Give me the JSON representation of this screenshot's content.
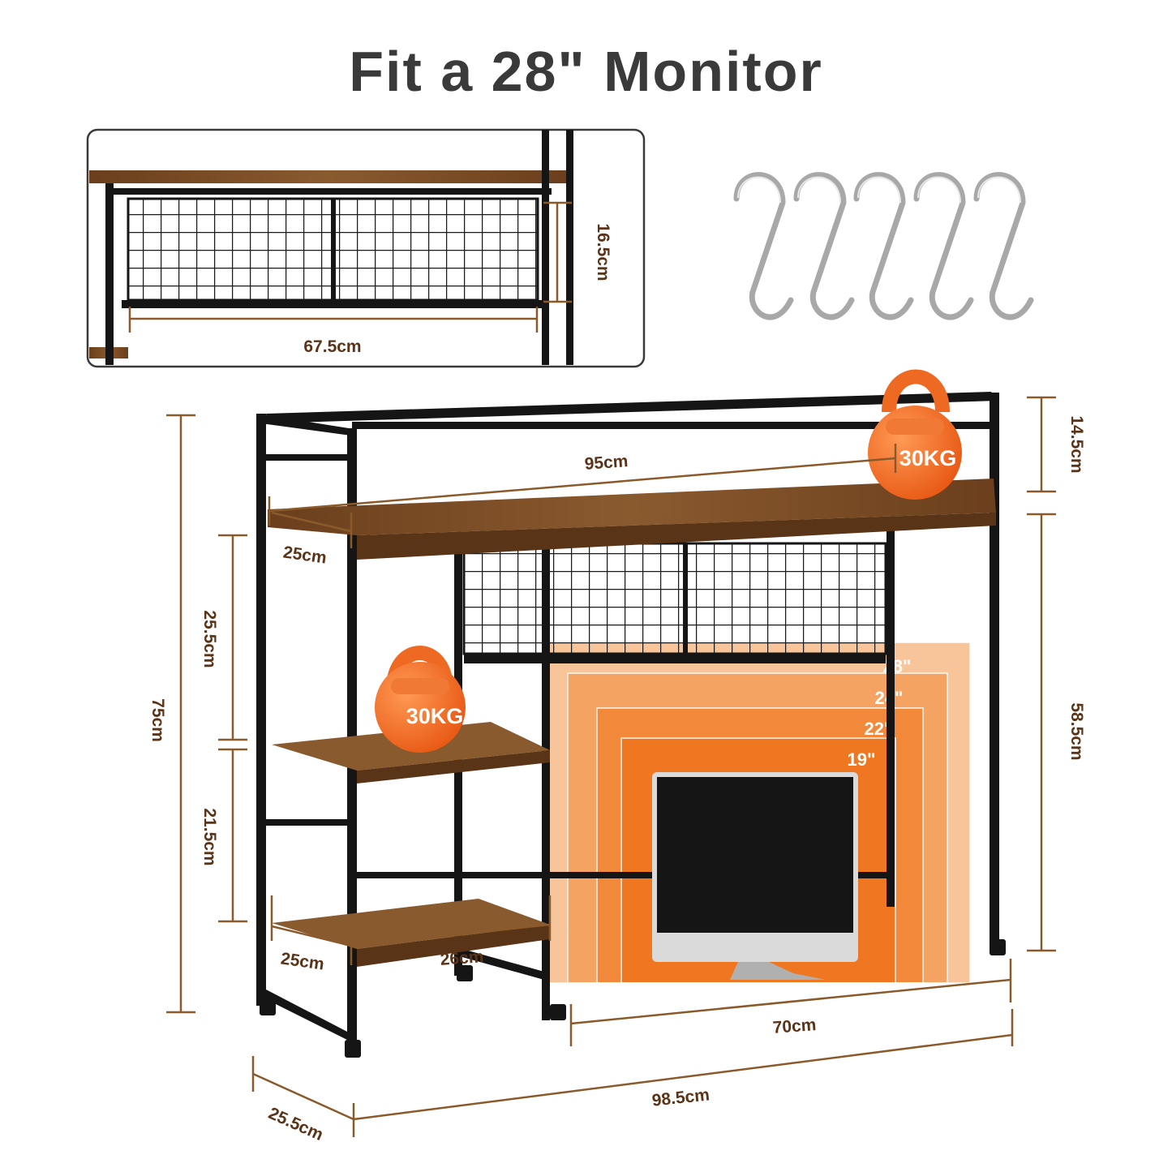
{
  "title": "Fit a 28\" Monitor",
  "detail": {
    "height": "16.5cm",
    "width": "67.5cm"
  },
  "hooks_icon": "s-hook-icon",
  "dimensions": {
    "top_width": "95cm",
    "top_depth": "25cm",
    "top_rail_height": "14.5cm",
    "total_height": "75cm",
    "upper_shelf_gap": "25.5cm",
    "lower_shelf_gap": "21.5cm",
    "bottom_shelf_depth": "25cm",
    "bottom_shelf_width": "26cm",
    "right_height": "58.5cm",
    "inner_width": "70cm",
    "total_width": "98.5cm",
    "total_depth": "25.5cm"
  },
  "weights": {
    "top_load": "30KG",
    "shelf_load": "30KG"
  },
  "monitor_sizes": [
    "28\"",
    "24\"",
    "22\"",
    "19\""
  ],
  "colors": {
    "wood": "#7a4a23",
    "frame": "#151515",
    "dimension": "#8b5a2b",
    "kettlebell": "#f06a24"
  }
}
